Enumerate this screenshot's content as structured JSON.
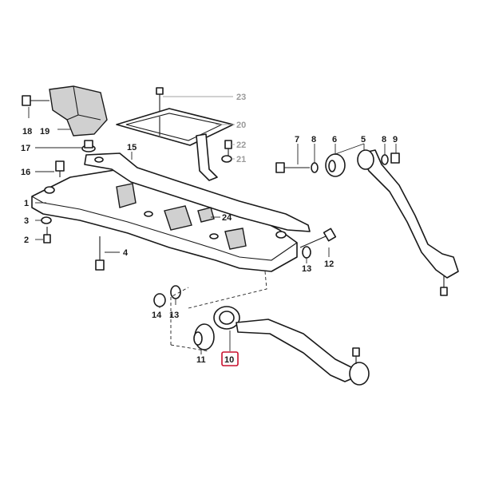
{
  "callouts": [
    {
      "id": "n1",
      "text": "1",
      "faded": false
    },
    {
      "id": "n2",
      "text": "2",
      "faded": false
    },
    {
      "id": "n3",
      "text": "3",
      "faded": false
    },
    {
      "id": "n4",
      "text": "4",
      "faded": false
    },
    {
      "id": "n5",
      "text": "5",
      "faded": false
    },
    {
      "id": "n6",
      "text": "6",
      "faded": false
    },
    {
      "id": "n7",
      "text": "7",
      "faded": false
    },
    {
      "id": "n8a",
      "text": "8",
      "faded": false
    },
    {
      "id": "n8b",
      "text": "8",
      "faded": false
    },
    {
      "id": "n9",
      "text": "9",
      "faded": false
    },
    {
      "id": "n10",
      "text": "10",
      "faded": false,
      "highlighted": true
    },
    {
      "id": "n11",
      "text": "11",
      "faded": false
    },
    {
      "id": "n12",
      "text": "12",
      "faded": false
    },
    {
      "id": "n13a",
      "text": "13",
      "faded": false
    },
    {
      "id": "n13b",
      "text": "13",
      "faded": false
    },
    {
      "id": "n14",
      "text": "14",
      "faded": false
    },
    {
      "id": "n15",
      "text": "15",
      "faded": false
    },
    {
      "id": "n16",
      "text": "16",
      "faded": false
    },
    {
      "id": "n17",
      "text": "17",
      "faded": false
    },
    {
      "id": "n18",
      "text": "18",
      "faded": false
    },
    {
      "id": "n19",
      "text": "19",
      "faded": false
    },
    {
      "id": "n20",
      "text": "20",
      "faded": true
    },
    {
      "id": "n21",
      "text": "21",
      "faded": true
    },
    {
      "id": "n22",
      "text": "22",
      "faded": true
    },
    {
      "id": "n23",
      "text": "23",
      "faded": true
    },
    {
      "id": "n24",
      "text": "24",
      "faded": false
    }
  ],
  "highlight_color": "#c8102e"
}
